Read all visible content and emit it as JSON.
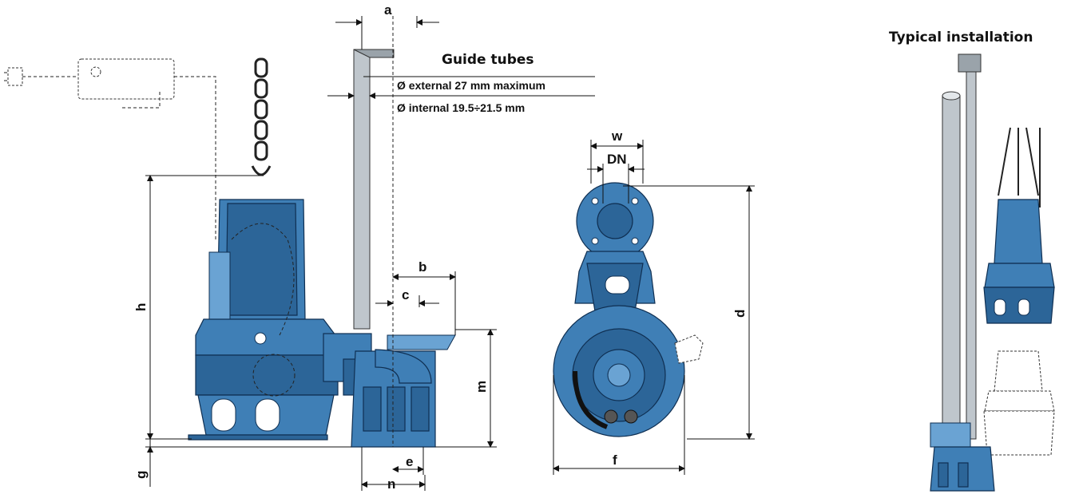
{
  "guide_tubes": {
    "title": "Guide tubes",
    "external": "Ø external 27 mm maximum",
    "internal": "Ø internal 19.5÷21.5 mm"
  },
  "typical_installation": {
    "title": "Typical installation"
  },
  "dimension_labels": {
    "a": "a",
    "b": "b",
    "c": "c",
    "d": "d",
    "e": "e",
    "f": "f",
    "g": "g",
    "h": "h",
    "m": "m",
    "n": "n",
    "w": "w",
    "dn": "DN"
  },
  "colors": {
    "pump_blue": "#3f7fb6",
    "pump_dark": "#2c6598",
    "tube_grey": "#bfc6cc"
  },
  "icons": [
    "power-plug-icon",
    "float-switch-icon",
    "lifting-chain-icon"
  ]
}
